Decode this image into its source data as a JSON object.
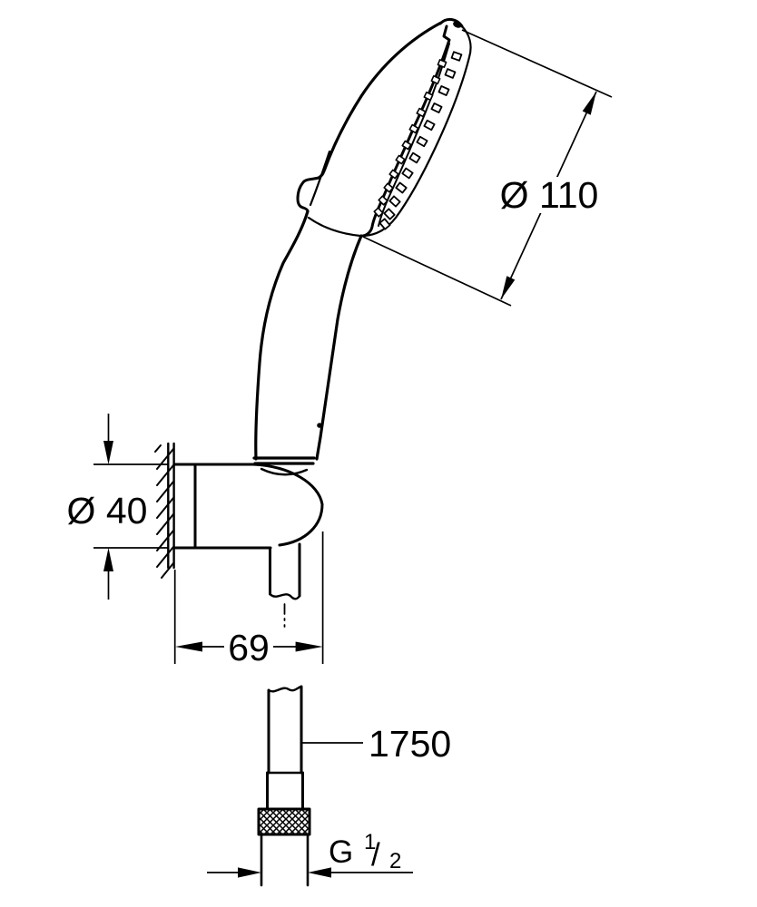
{
  "colors": {
    "ink": "#000000",
    "paper": "#ffffff"
  },
  "labels": {
    "head_diameter": "Ø 110",
    "holder_diameter": "Ø 40",
    "holder_width": "69",
    "hose_length": "1750",
    "thread": {
      "prefix": "G",
      "numerator": "1",
      "slash": "/",
      "denominator": "2"
    }
  }
}
